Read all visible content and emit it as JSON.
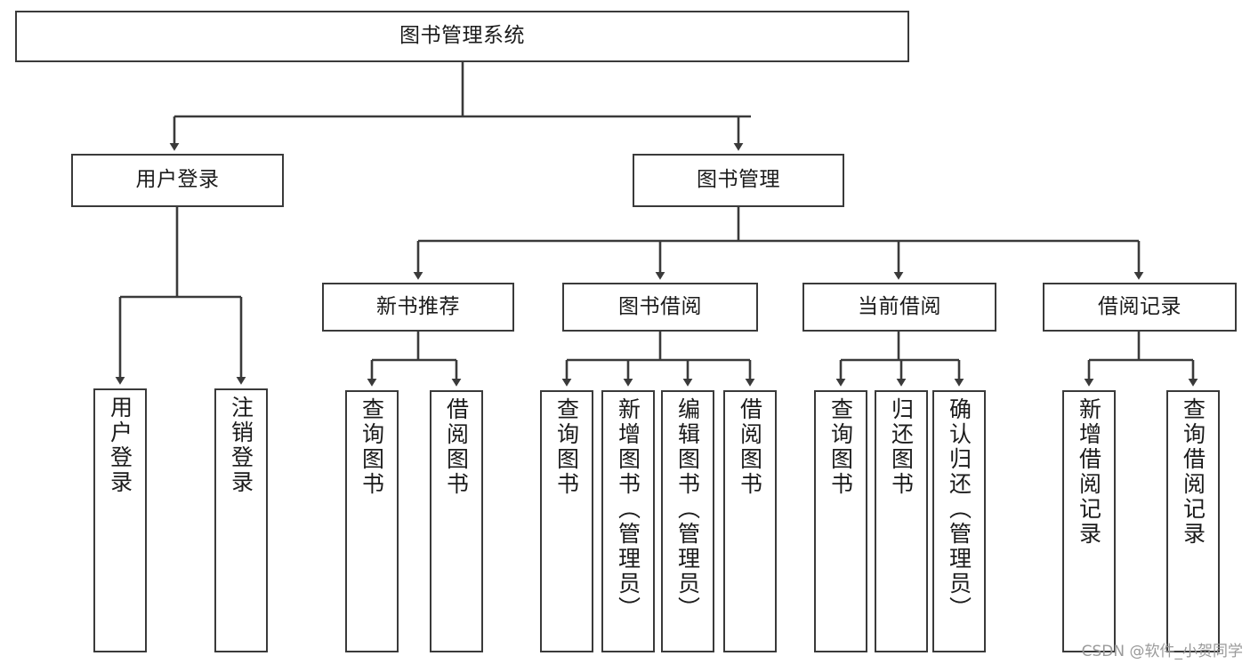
{
  "diagram": {
    "title": "图书管理系统",
    "type": "tree-structure-chart",
    "colors": {
      "node_border": "#3a3a3a",
      "node_fill": "#ffffff",
      "edge": "#3a3a3a",
      "text": "#1b1b1b",
      "watermark": "#9a9a9a",
      "background": "#ffffff"
    },
    "nodes": {
      "root": {
        "label": "图书管理系统"
      },
      "level2": [
        {
          "label": "用户登录"
        },
        {
          "label": "图书管理"
        }
      ],
      "level3": [
        {
          "label": "新书推荐"
        },
        {
          "label": "图书借阅"
        },
        {
          "label": "当前借阅"
        },
        {
          "label": "借阅记录"
        }
      ],
      "leaves": {
        "user_login": [
          {
            "label": "用户登录"
          },
          {
            "label": "注销登录"
          }
        ],
        "new_book_recommend": [
          {
            "label": "查询图书"
          },
          {
            "label": "借阅图书"
          }
        ],
        "book_borrow": [
          {
            "label": "查询图书"
          },
          {
            "label": "新增图书（管理员）"
          },
          {
            "label": "编辑图书（管理员）"
          },
          {
            "label": "借阅图书"
          }
        ],
        "current_borrow": [
          {
            "label": "查询图书"
          },
          {
            "label": "归还图书"
          },
          {
            "label": "确认归还（管理员）"
          }
        ],
        "borrow_record": [
          {
            "label": "新增借阅记录"
          },
          {
            "label": "查询借阅记录"
          }
        ]
      }
    },
    "watermark": "CSDN @软件_小贺同学"
  }
}
